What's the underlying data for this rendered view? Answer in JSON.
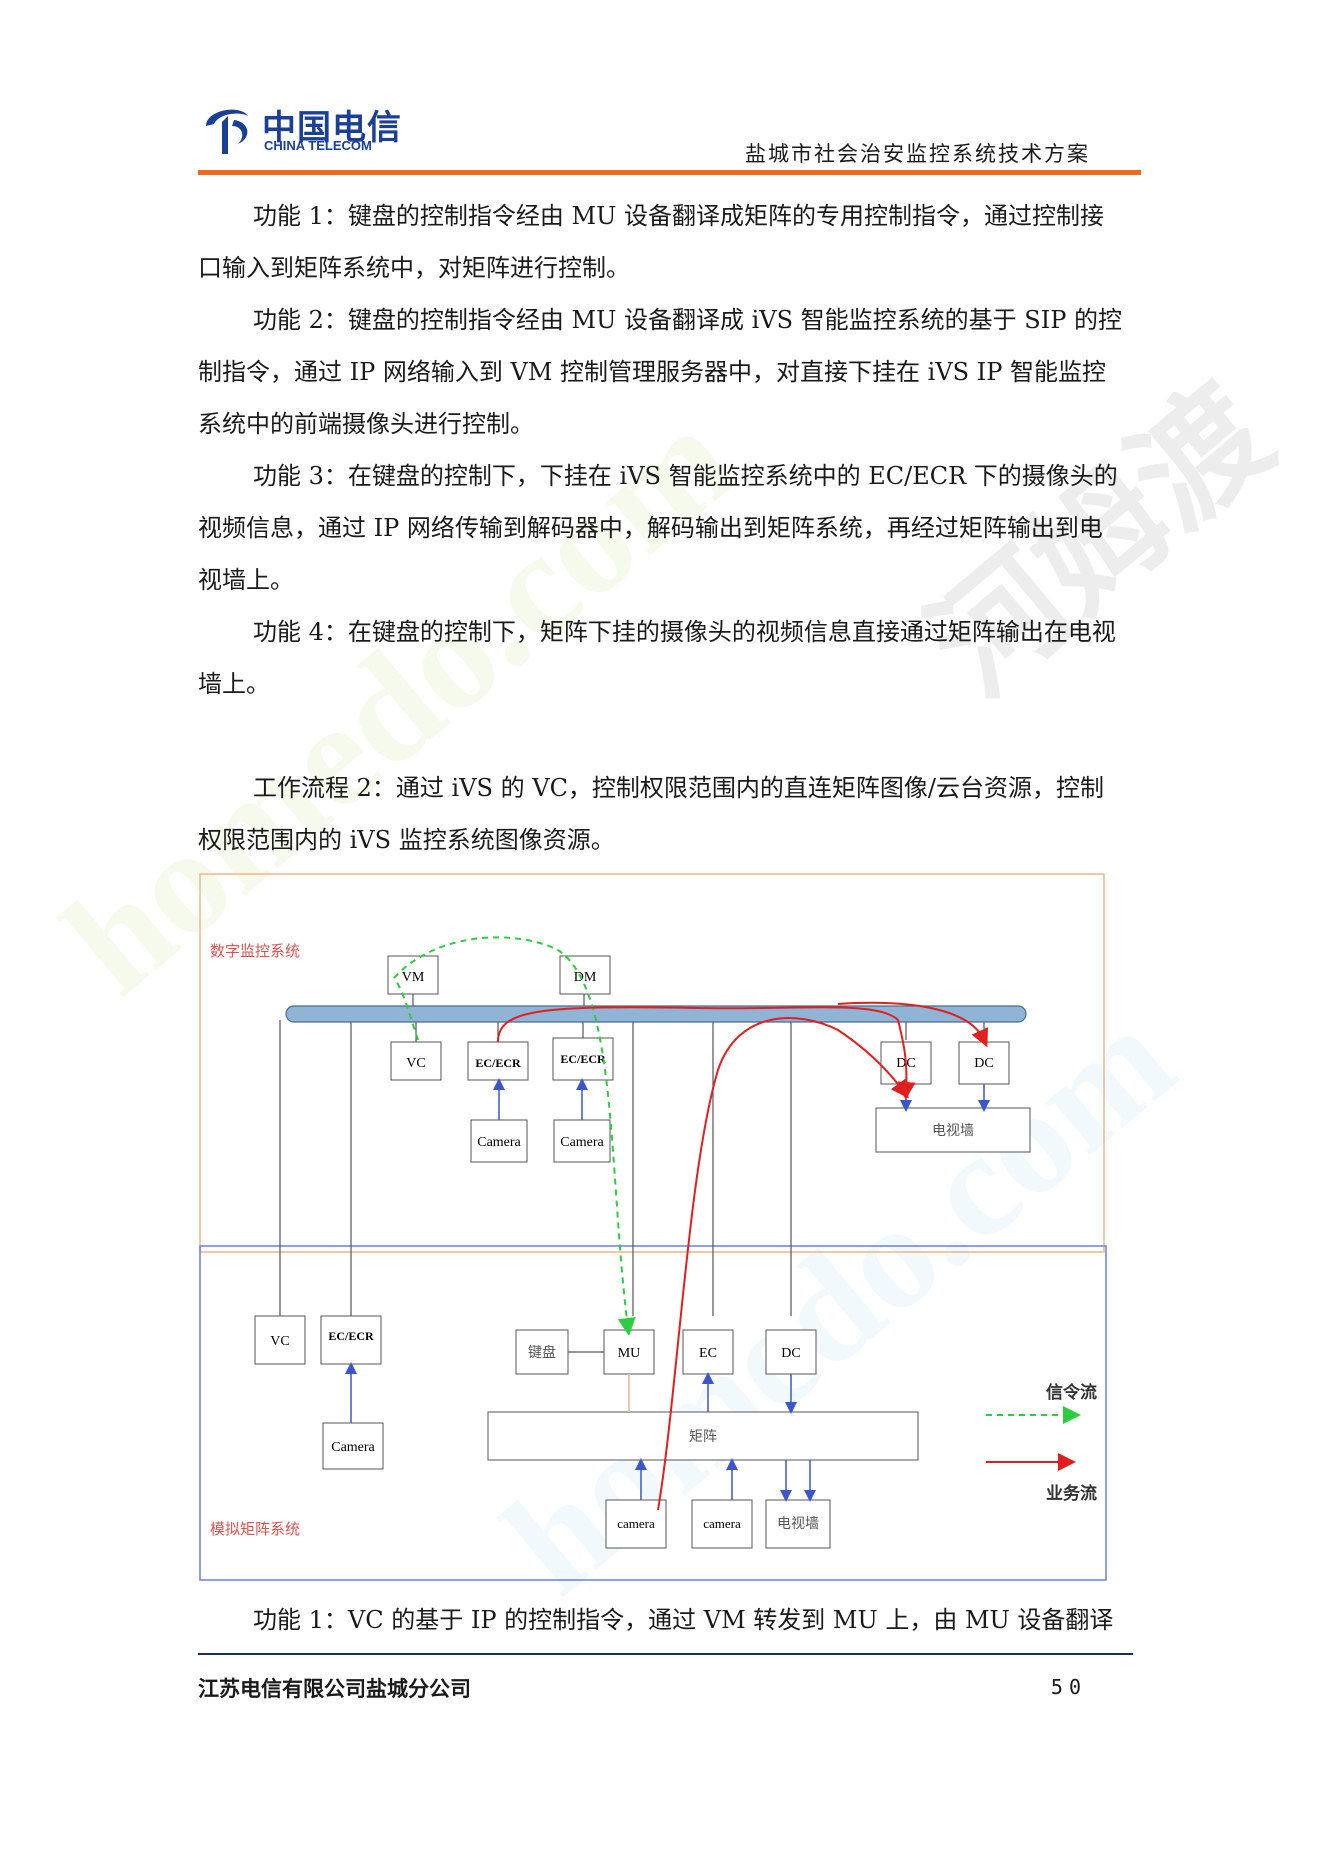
{
  "header": {
    "logo_cn": "中国电信",
    "logo_en": "CHINA TELECOM",
    "doc_title": "盐城市社会治安监控系统技术方案"
  },
  "paragraphs": [
    "功能 1：键盘的控制指令经由 MU 设备翻译成矩阵的专用控制指令，通过控制接口输入到矩阵系统中，对矩阵进行控制。",
    "功能 2：键盘的控制指令经由 MU 设备翻译成 iVS 智能监控系统的基于 SIP 的控制指令，通过 IP 网络输入到 VM 控制管理服务器中，对直接下挂在 iVS IP 智能监控系统中的前端摄像头进行控制。",
    "功能 3：在键盘的控制下，下挂在 iVS 智能监控系统中的 EC/ECR 下的摄像头的视频信息，通过 IP 网络传输到解码器中，解码输出到矩阵系统，再经过矩阵输出到电视墙上。",
    "功能 4：在键盘的控制下，矩阵下挂的摄像头的视频信息直接通过矩阵输出在电视墙上。",
    "工作流程 2：通过 iVS 的 VC，控制权限范围内的直连矩阵图像/云台资源，控制权限范围内的 iVS 监控系统图像资源。",
    "功能 1：VC 的基于 IP 的控制指令，通过 VM 转发到 MU 上，由 MU 设备翻译"
  ],
  "diagram": {
    "digital_label": "数字监控系统",
    "analog_label": "模拟矩阵系统",
    "vm": "VM",
    "dm": "DM",
    "vc": "VC",
    "ec_ecr": "EC/ECR",
    "camera": "Camera",
    "camera_lower": "camera",
    "dc": "DC",
    "tv_wall": "电视墙",
    "keyboard": "键盘",
    "mu": "MU",
    "ec": "EC",
    "matrix": "矩阵",
    "legend_signal": "信令流",
    "legend_service": "业务流",
    "colors": {
      "signal": "#2ecc40",
      "service": "#e02020",
      "digital_border": "#e9b98a",
      "analog_border": "#6b7fe0",
      "bus": "#8fb4d6"
    }
  },
  "footer": {
    "company": "江苏电信有限公司盐城分公司",
    "page": "50"
  },
  "watermark": {
    "text1": "homedo.com",
    "text2": "河姆渡"
  }
}
